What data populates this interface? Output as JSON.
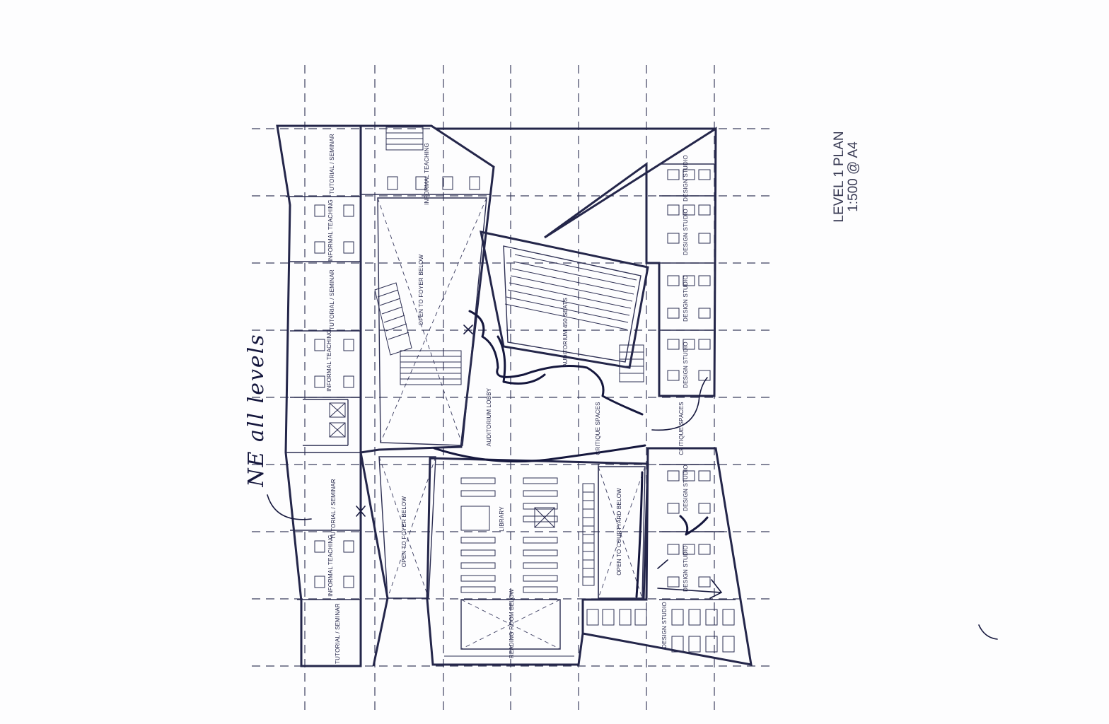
{
  "drawing": {
    "title": "LEVEL 1 PLAN",
    "scale": "1:500 @ A4",
    "handwritten_note": "NE all levels"
  },
  "rooms": {
    "tutorial_seminar_1": "TUTORIAL / SEMINAR",
    "informal_teaching_top": "INFORMAL TEACHING",
    "informal_teaching_1": "INFORMAL TEACHING",
    "tutorial_seminar_2": "TUTORIAL / SEMINAR",
    "informal_teaching_2": "INFORMAL TEACHING",
    "tutorial_seminar_3": "TUTORIAL / SEMINAR",
    "informal_teaching_3": "INFORMAL TEACHING",
    "tutorial_seminar_4": "TUTORIAL / SEMINAR",
    "open_to_foyer_below_1": "OPEN TO FOYER BELOW",
    "open_to_foyer_below_2": "OPEN TO FOYER BELOW",
    "auditorium": "AUDITORIUM 450 SEATS",
    "auditorium_lobby": "AUDITORIUM LOBBY",
    "critique_spaces_1": "CRITIQUE SPACES",
    "critique_spaces_2": "CRITIQUE SPACES",
    "library": "LIBRARY",
    "open_to_courtyard_below": "OPEN TO COURTYARD BELOW",
    "reading_room_below": "READING ROOM BELOW",
    "design_studio_1": "DESIGN STUDIO",
    "design_studio_2": "DESIGN STUDIO",
    "design_studio_3": "DESIGN STUDIO",
    "design_studio_4": "DESIGN STUDIO",
    "design_studio_5": "DESIGN STUDIO",
    "design_studio_6": "DESIGN STUDIO",
    "design_studio_7": "DESIGN STUDIO"
  },
  "colors": {
    "ink": "#24264a",
    "paper": "#fdfdfe"
  }
}
